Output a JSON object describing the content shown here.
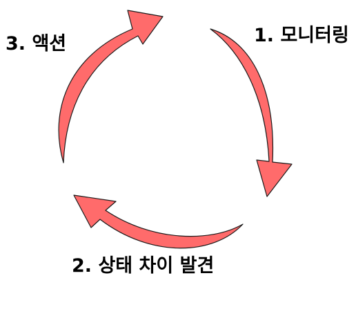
{
  "diagram": {
    "steps": [
      {
        "label": "1. 모니터링"
      },
      {
        "label": "2. 상태 차이 발견"
      },
      {
        "label": "3. 액션"
      }
    ],
    "arrow_fill": "#ff6b6b",
    "arrow_stroke": "#1a1a1a"
  }
}
